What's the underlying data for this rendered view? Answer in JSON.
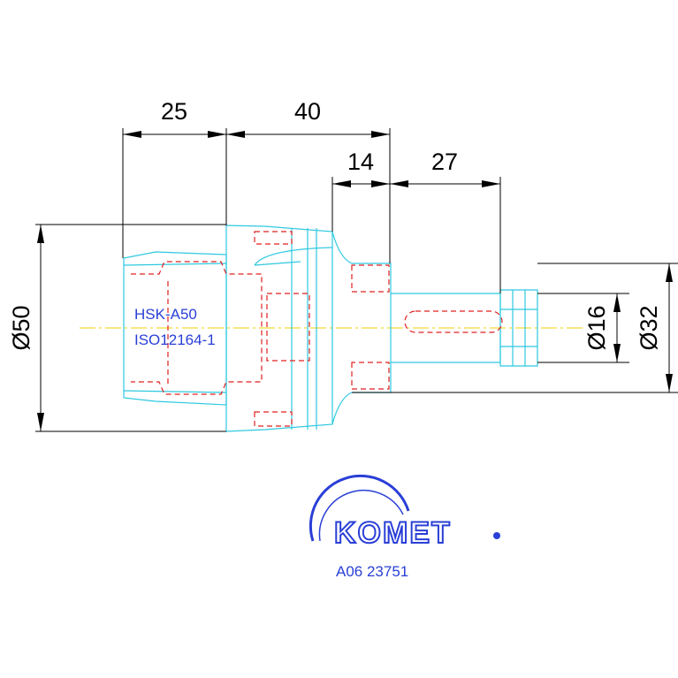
{
  "dimensions": {
    "top_25": "25",
    "top_40": "40",
    "top_14": "14",
    "top_27": "27",
    "dia_50": "Ø50",
    "dia_16": "Ø16",
    "dia_32": "Ø32"
  },
  "labels": {
    "standard_line1": "HSK-A50",
    "standard_line2": "ISO12164-1"
  },
  "brand": {
    "logo_text": "KOMET",
    "part_number": "A06 23751"
  },
  "colors": {
    "outline": "#2ec8e0",
    "hidden": "#e02020",
    "centerline": "#f0d000",
    "brand": "#2a3fd6"
  }
}
